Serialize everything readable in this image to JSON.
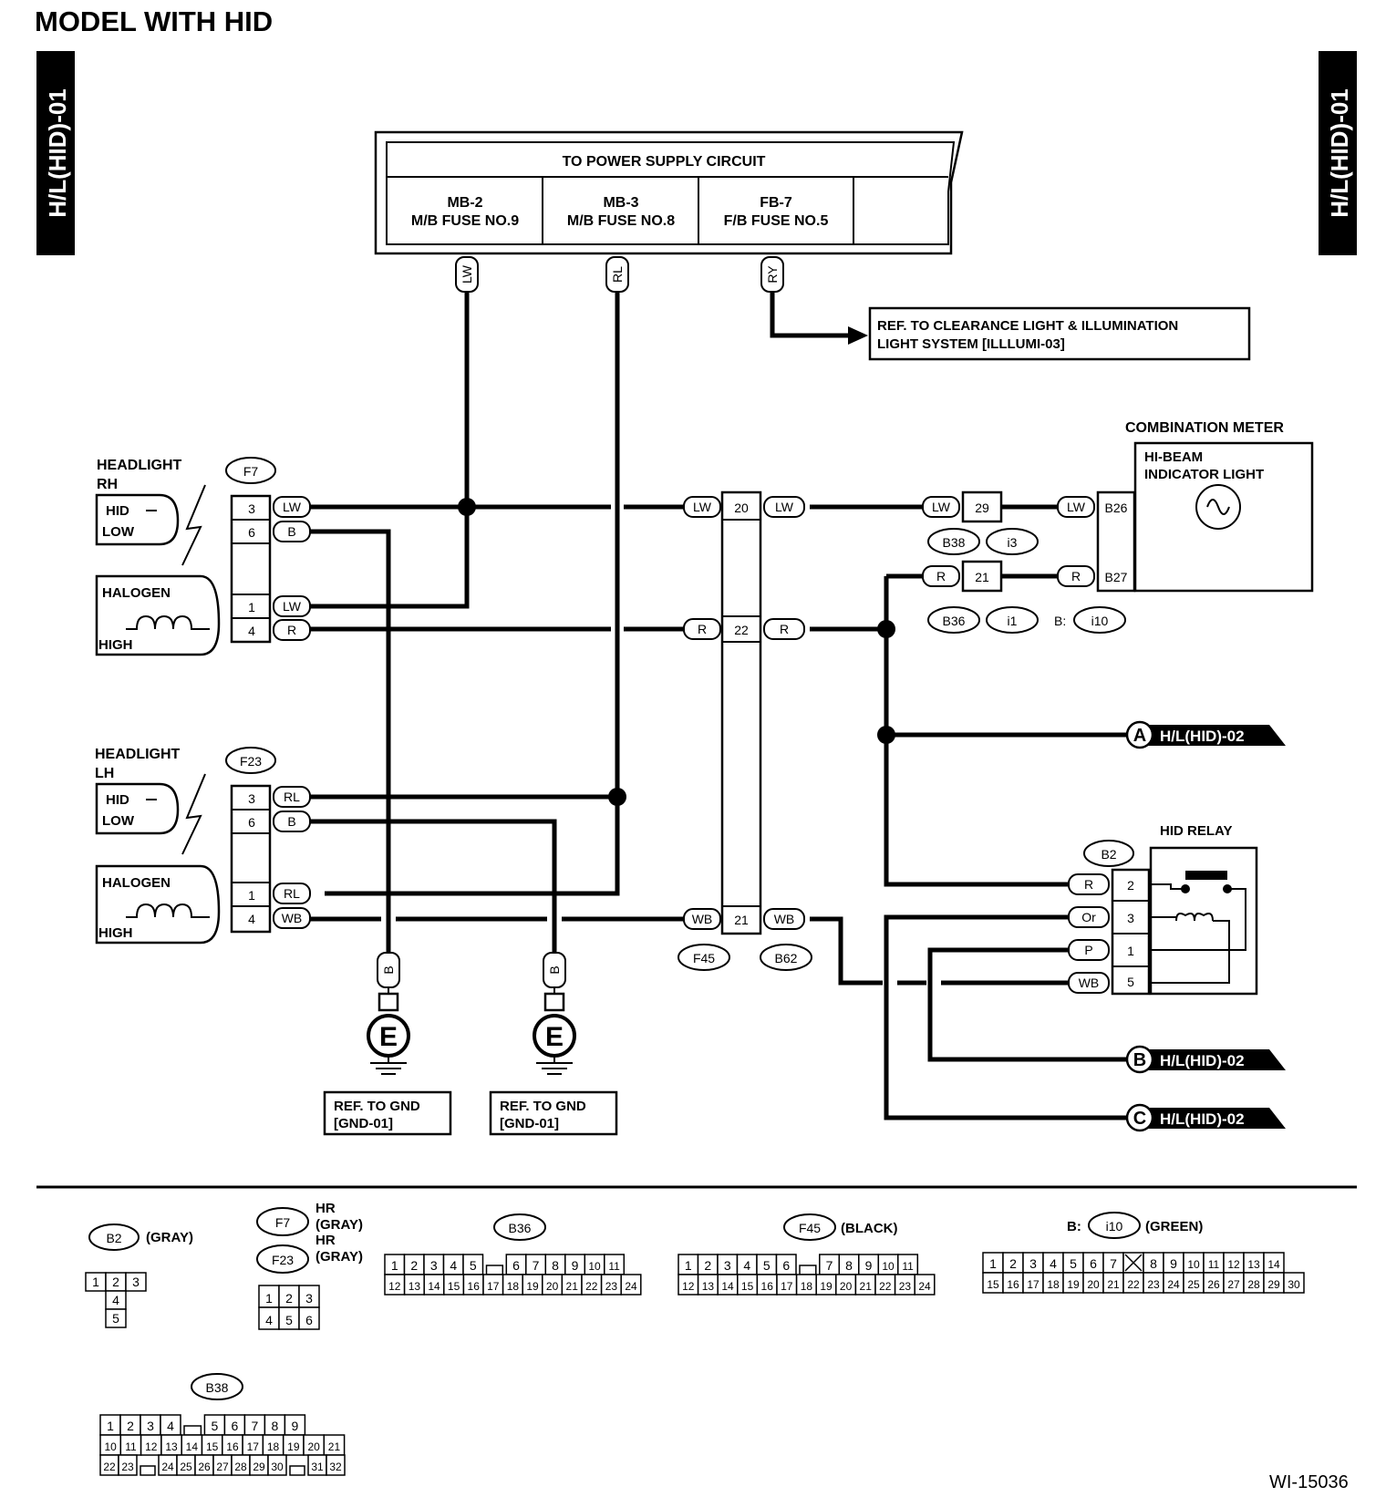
{
  "page_title": "MODEL WITH HID",
  "side_tab_left": "H/L(HID)-01",
  "side_tab_right": "H/L(HID)-01",
  "power_supply": {
    "header": "TO POWER SUPPLY CIRCUIT",
    "fuses": [
      {
        "id": "MB-2",
        "name": "M/B FUSE NO.9",
        "wire": "LW"
      },
      {
        "id": "MB-3",
        "name": "M/B FUSE NO.8",
        "wire": "RL"
      },
      {
        "id": "FB-7",
        "name": "F/B FUSE NO.5",
        "wire": "RY"
      }
    ]
  },
  "ref_clearance": [
    "REF. TO CLEARANCE LIGHT & ILLUMINATION",
    "LIGHT SYSTEM [ILLLUMI-03]"
  ],
  "combination_meter": {
    "title": "COMBINATION METER",
    "lamp": [
      "HI-BEAM",
      "INDICATOR LIGHT"
    ]
  },
  "headlight_rh": {
    "title": [
      "HEADLIGHT",
      "RH"
    ],
    "connector": "F7",
    "hid": [
      "HID",
      "LOW"
    ],
    "halogen": [
      "HALOGEN",
      "HIGH"
    ],
    "pins": [
      {
        "pin": "3",
        "wire": "LW"
      },
      {
        "pin": "6",
        "wire": "B"
      },
      {
        "pin": "1",
        "wire": "LW"
      },
      {
        "pin": "4",
        "wire": "R"
      }
    ]
  },
  "headlight_lh": {
    "title": [
      "HEADLIGHT",
      "LH"
    ],
    "connector": "F23",
    "hid": [
      "HID",
      "LOW"
    ],
    "halogen": [
      "HALOGEN",
      "HIGH"
    ],
    "pins": [
      {
        "pin": "3",
        "wire": "RL"
      },
      {
        "pin": "6",
        "wire": "B"
      },
      {
        "pin": "1",
        "wire": "RL"
      },
      {
        "pin": "4",
        "wire": "WB"
      }
    ]
  },
  "joint_f45_b62": {
    "labels": [
      "F45",
      "B62"
    ],
    "rows": [
      {
        "pin": "20",
        "wire": "LW"
      },
      {
        "pin": "22",
        "wire": "R"
      },
      {
        "pin": "21",
        "wire": "WB"
      }
    ]
  },
  "joint_b38_i3": {
    "labels": [
      "B38",
      "i3"
    ],
    "pin": "29",
    "wire": "LW"
  },
  "joint_b36_i1": {
    "labels": [
      "B36",
      "i1"
    ],
    "pin": "21",
    "wire": "R",
    "b_prefix": "B:",
    "b_conn": "i10"
  },
  "meter_pins": [
    {
      "pin": "B26",
      "wire": "LW"
    },
    {
      "pin": "B27",
      "wire": "R"
    }
  ],
  "hid_relay": {
    "title": "HID RELAY",
    "connector": "B2",
    "pins": [
      {
        "pin": "2",
        "wire": "R"
      },
      {
        "pin": "3",
        "wire": "Or"
      },
      {
        "pin": "1",
        "wire": "P"
      },
      {
        "pin": "5",
        "wire": "WB"
      }
    ]
  },
  "offpage": [
    {
      "letter": "A",
      "label": "H/L(HID)-02"
    },
    {
      "letter": "B",
      "label": "H/L(HID)-02"
    },
    {
      "letter": "C",
      "label": "H/L(HID)-02"
    }
  ],
  "grounds": [
    {
      "wire": "B",
      "symbol": "E",
      "ref": [
        "REF. TO GND",
        "[GND-01]"
      ]
    },
    {
      "wire": "B",
      "symbol": "E",
      "ref": [
        "REF. TO GND",
        "[GND-01]"
      ]
    }
  ],
  "legend": {
    "b2": {
      "name": "B2",
      "color": "(GRAY)",
      "rows": [
        [
          "1",
          "2",
          "3"
        ],
        [
          "4"
        ],
        [
          "5"
        ]
      ]
    },
    "f7": {
      "name": "F7",
      "color": [
        "HR",
        "(GRAY)"
      ]
    },
    "f23": {
      "name": "F23",
      "color": [
        "HR",
        "(GRAY)"
      ],
      "rows": [
        [
          "1",
          "2",
          "3"
        ],
        [
          "4",
          "5",
          "6"
        ]
      ]
    },
    "b36": {
      "name": "B36",
      "row1": [
        "1",
        "2",
        "3",
        "4",
        "5",
        "",
        "6",
        "7",
        "8",
        "9",
        "10",
        "11"
      ],
      "row2": [
        "12",
        "13",
        "14",
        "15",
        "16",
        "17",
        "18",
        "19",
        "20",
        "21",
        "22",
        "23",
        "24"
      ]
    },
    "f45": {
      "name": "F45",
      "color": "(BLACK)",
      "row1": [
        "1",
        "2",
        "3",
        "4",
        "5",
        "6",
        "",
        "7",
        "8",
        "9",
        "10",
        "11"
      ],
      "row2": [
        "12",
        "13",
        "14",
        "15",
        "16",
        "17",
        "18",
        "19",
        "20",
        "21",
        "22",
        "23",
        "24"
      ]
    },
    "i10": {
      "prefix": "B:",
      "name": "i10",
      "color": "(GREEN)",
      "row1": [
        "1",
        "2",
        "3",
        "4",
        "5",
        "6",
        "7",
        "X",
        "8",
        "9",
        "10",
        "11",
        "12",
        "13",
        "14"
      ],
      "row2": [
        "15",
        "16",
        "17",
        "18",
        "19",
        "20",
        "21",
        "22",
        "23",
        "24",
        "25",
        "26",
        "27",
        "28",
        "29",
        "30"
      ]
    },
    "b38": {
      "name": "B38",
      "row1": [
        "1",
        "2",
        "3",
        "4",
        "",
        "5",
        "6",
        "7",
        "8",
        "9"
      ],
      "row2": [
        "10",
        "11",
        "12",
        "13",
        "14",
        "15",
        "16",
        "17",
        "18",
        "19",
        "20",
        "21"
      ],
      "row3": [
        "22",
        "23",
        "",
        "24",
        "25",
        "26",
        "27",
        "28",
        "29",
        "30",
        "",
        "31",
        "32"
      ]
    }
  },
  "figure_id": "WI-15036"
}
